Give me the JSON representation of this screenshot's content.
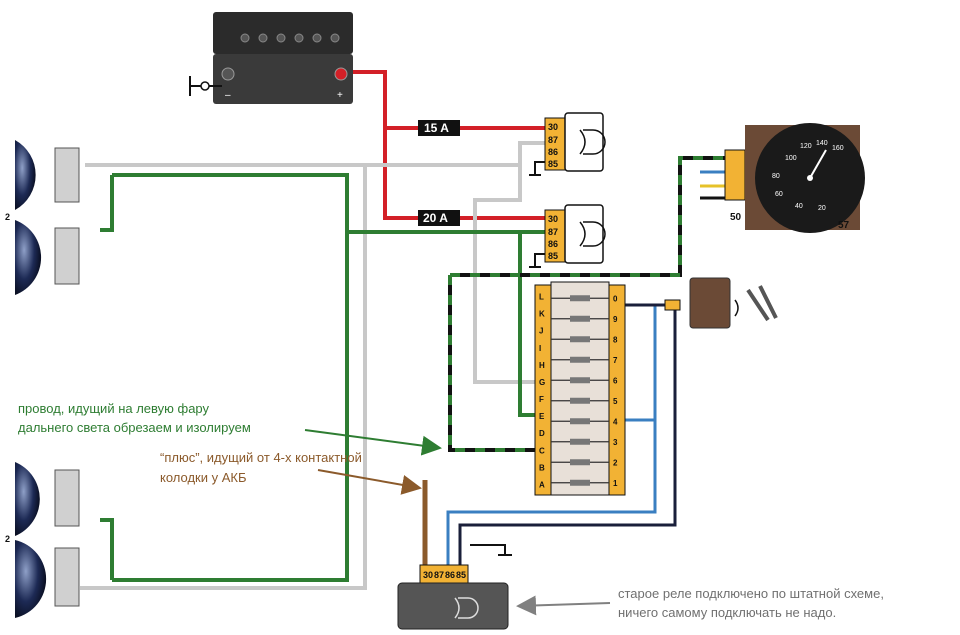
{
  "battery": {
    "minus": "–",
    "plus": "+"
  },
  "fuses": {
    "f1": "15 A",
    "f2": "20 A"
  },
  "relay_top": {
    "pins": [
      "30",
      "87",
      "86",
      "85"
    ]
  },
  "relay_mid": {
    "pins": [
      "30",
      "87",
      "86",
      "85"
    ]
  },
  "relay_new": {
    "pins": [
      "30",
      "87",
      "86",
      "85"
    ]
  },
  "headlights": {
    "top_label": "2",
    "bottom_label": "2"
  },
  "fuse_block": {
    "letters": [
      "L",
      "K",
      "J",
      "I",
      "H",
      "G",
      "F",
      "E",
      "D",
      "C",
      "B",
      "A"
    ],
    "numbers": [
      "0",
      "9",
      "8",
      "7",
      "6",
      "5",
      "4",
      "3",
      "2",
      "1"
    ]
  },
  "gauge": {
    "ticks": [
      "100",
      "120",
      "140",
      "160",
      "80",
      "60",
      "40",
      "20"
    ],
    "label_50": "50",
    "label_57": "57"
  },
  "annotations": {
    "green_line1": "провод, идущий на левую фару",
    "green_line2": "дальнего света обрезаем и изолируем",
    "brown_line1": "“плюс”, идущий от 4-х контактной",
    "brown_line2": "колодки у АКБ",
    "gray_line1": "старое реле подключено по штатной схеме,",
    "gray_line2": "ничего самому подключать не надо."
  },
  "colors": {
    "red": "#d32027",
    "green": "#2e7d32",
    "gray": "#c8c8c8",
    "black": "#111111",
    "blue": "#3a7fc1",
    "brown": "#8b5a2b",
    "relay": "#f2b234"
  }
}
